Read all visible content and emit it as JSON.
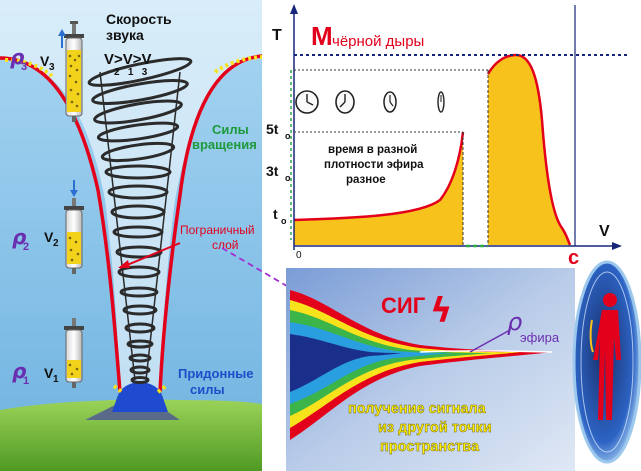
{
  "left_panel": {
    "title_line1": "Скорость",
    "title_line2": "звука",
    "velocity_relation_main": "V>V>V",
    "velocity_relation_sub": "2   1   3",
    "rho3": "ρ",
    "rho3_sub": "3",
    "v3": "V",
    "v3_sub": "3",
    "rho2": "ρ",
    "rho2_sub": "2",
    "v2": "V",
    "v2_sub": "2",
    "rho1": "ρ",
    "rho1_sub": "1",
    "v1": "V",
    "v1_sub": "1",
    "rotation_forces_line1": "Силы",
    "rotation_forces_line2": "вращения",
    "boundary_layer_line1": "Пограничный",
    "boundary_layer_line2": "слой",
    "bottom_forces_line1": "Придонные",
    "bottom_forces_line2": "силы"
  },
  "graph": {
    "y_axis_label": "T",
    "x_axis_label": "V",
    "origin_label": "0",
    "c_label": "c",
    "bh_main": "М",
    "bh_sub": "чёрной дыры",
    "tick_5t0": "5t",
    "tick_3t0": "3t",
    "tick_t0": "t",
    "tick_sub": "o",
    "note_line1": "время в разной",
    "note_line2": "плотности эфира",
    "note_line3": "разное"
  },
  "signal": {
    "sig_label": "СИГ",
    "lightning": "ϟ",
    "rho_ether": "ρ",
    "rho_ether_sub": "эфира",
    "caption_line1": "получение сигнала",
    "caption_line2": "из другой точки",
    "caption_line3": "пространства"
  },
  "colors": {
    "sky": "#8fc5e8",
    "grass": "#7cbf3a",
    "red": "#e3001b",
    "yellow_fill": "#f7c21c",
    "navy": "#16267a",
    "green_text": "#1d9a3c",
    "blue_text": "#1a4fc9",
    "caption_yellow": "#fff200"
  }
}
